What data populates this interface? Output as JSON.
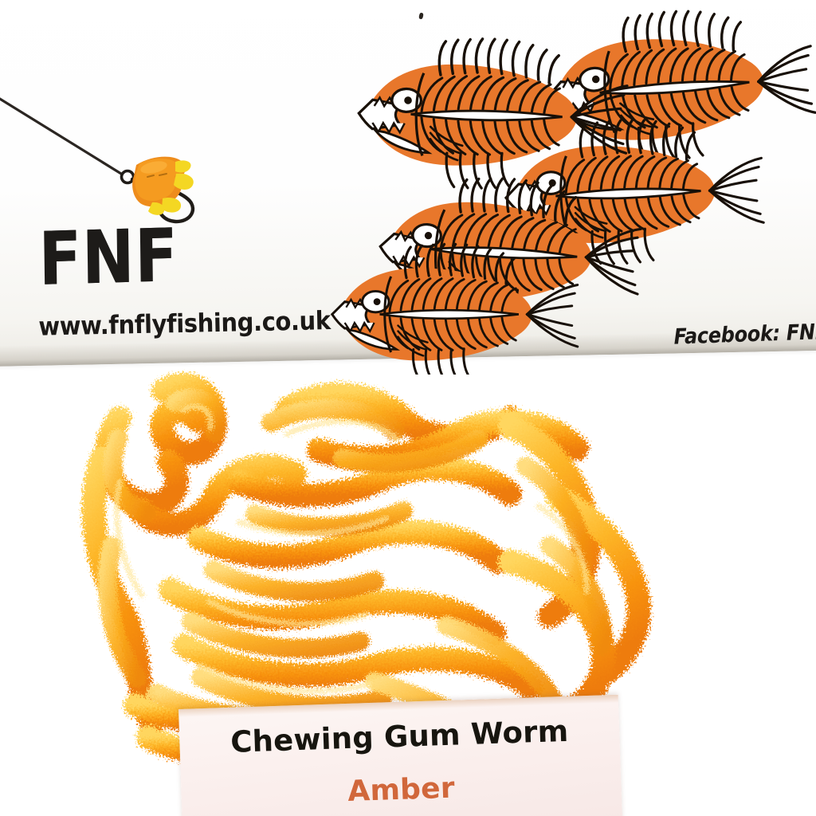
{
  "product_card": {
    "brand": "FNF",
    "website": "www.fnflyfishing.co.uk",
    "facebook": "Facebook: FNF-Jel",
    "artwork": {
      "name": "skeletal-fish-shoal-illustration",
      "fill_color": "#E8772B",
      "line_color": "#181008",
      "fish_count": 5
    },
    "hook": {
      "name": "tied-fly-on-hook",
      "body_color": "#EE8C1C",
      "tail_color": "#F4D723",
      "hook_color": "#201c18",
      "line_color": "#2b2622"
    }
  },
  "material": {
    "name": "chenille-chewing-gum-worm",
    "colors": {
      "light": "#FFD15C",
      "mid": "#FCAE1E",
      "deep": "#F58A11",
      "shadow": "#E5790B"
    }
  },
  "label": {
    "title": "Chewing Gum Worm",
    "variant": "Amber",
    "title_color": "#17150F",
    "variant_color": "#D1673B",
    "background_color": "#FBF0EE"
  },
  "palette": {
    "page_background": "#FFFFFF",
    "card_background": "#FDFDFB",
    "ink": "#1B1917",
    "brand_orange": "#E8772B",
    "amber": "#FCAE1E"
  }
}
